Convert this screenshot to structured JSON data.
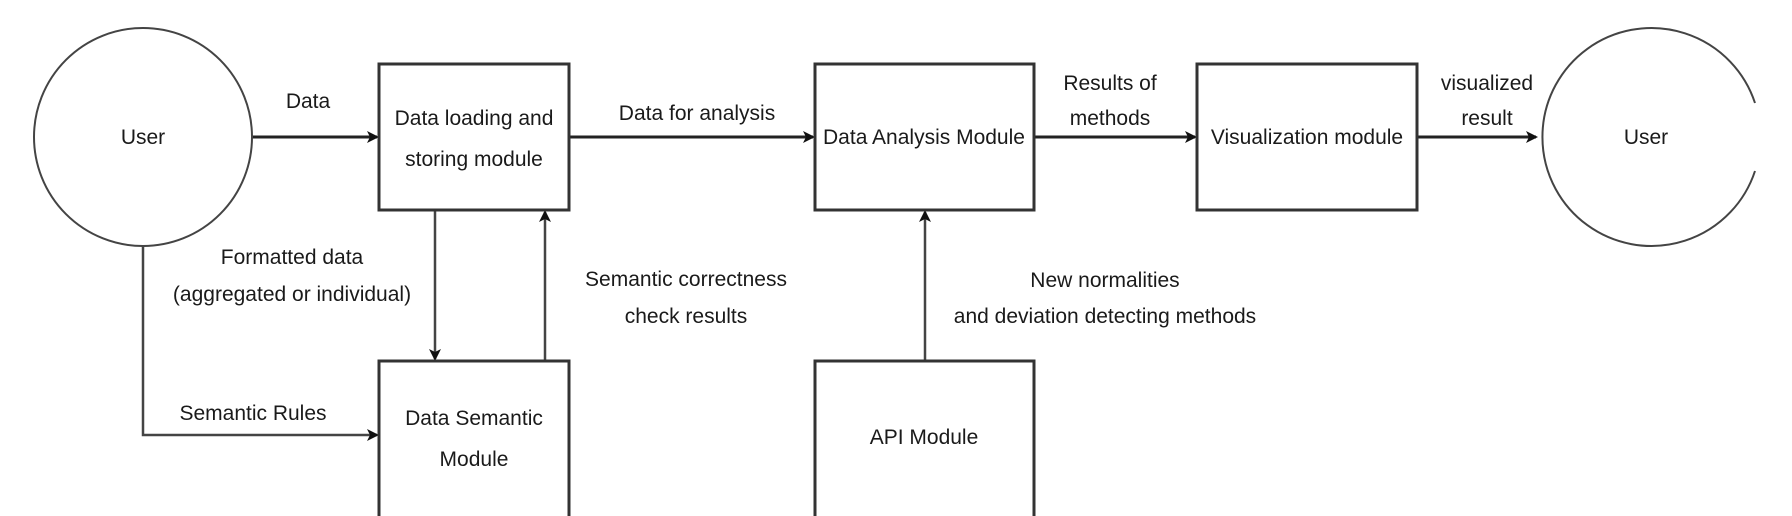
{
  "diagram": {
    "nodes": {
      "user_left": {
        "label": "User"
      },
      "data_loading": {
        "label_lines": [
          "Data loading and",
          "storing module"
        ]
      },
      "data_semantic": {
        "label_lines": [
          "Data Semantic",
          "Module"
        ]
      },
      "data_analysis": {
        "label": "Data Analysis Module"
      },
      "api": {
        "label": "API Module"
      },
      "visualization": {
        "label": "Visualization module"
      },
      "user_right": {
        "label": "User"
      }
    },
    "edges": {
      "user_to_loading": {
        "label": "Data"
      },
      "loading_to_analysis": {
        "label": "Data for analysis"
      },
      "analysis_to_visualization": {
        "label_lines": [
          "Results of",
          "methods"
        ]
      },
      "visualization_to_user": {
        "label_lines": [
          "visualized",
          "result"
        ]
      },
      "loading_to_semantic": {
        "label_lines": [
          "Formatted data",
          "(aggregated or individual)"
        ]
      },
      "semantic_to_loading": {
        "label_lines": [
          "Semantic correctness",
          "check results"
        ]
      },
      "user_to_semantic": {
        "label": "Semantic Rules"
      },
      "api_to_analysis": {
        "label_lines": [
          "New normalities",
          "and deviation detecting methods"
        ]
      }
    }
  }
}
